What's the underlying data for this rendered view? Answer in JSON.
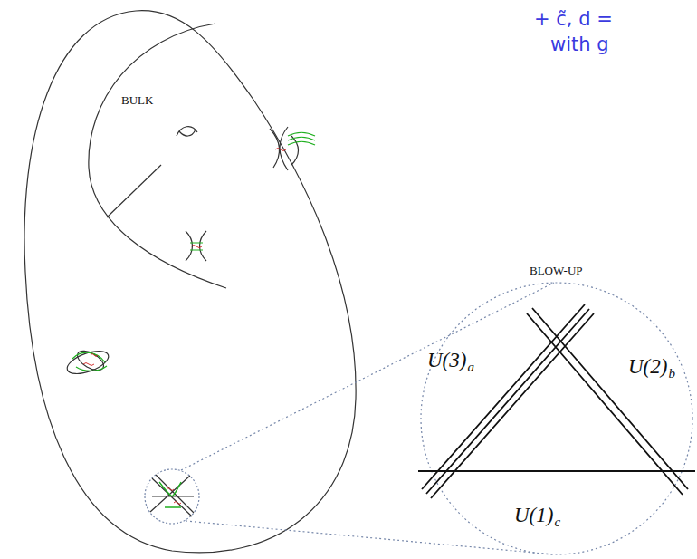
{
  "diagram": {
    "labels": [
      "+ c̃, d =",
      "with g",
      "BULK",
      "BLOW-UP",
      "U(3)",
      "a",
      "U(2)",
      "b",
      "U(1)",
      "c"
    ]
  }
}
